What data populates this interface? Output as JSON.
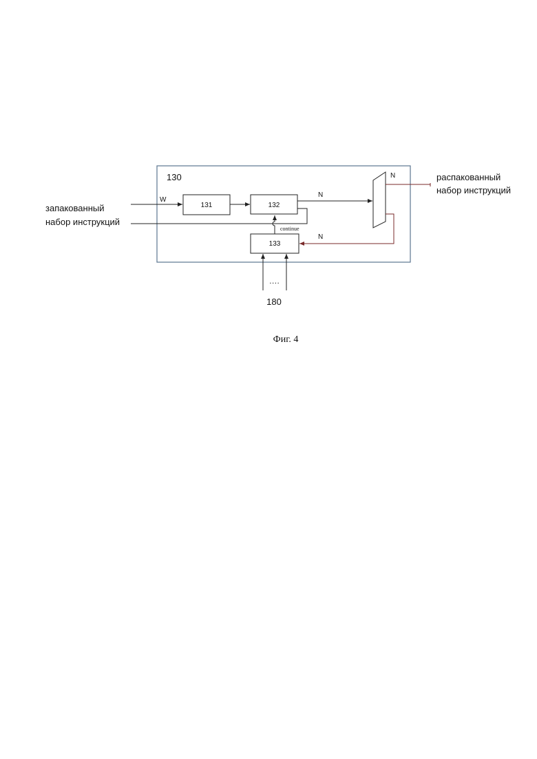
{
  "diagram": {
    "block_label": "130",
    "boxes": {
      "b131": "131",
      "b132": "132",
      "b133": "133"
    },
    "signals": {
      "w": "W",
      "n_top": "N",
      "n_mux": "N",
      "n_feedback": "N",
      "continue": "continue",
      "dots": "....",
      "source": "180"
    },
    "input_label": {
      "line1": "запакованный",
      "line2": "набор инструкций"
    },
    "output_label": {
      "line1": "распакованный",
      "line2": "набор инструкций"
    },
    "colors": {
      "frame": "#5b7590",
      "line": "#222222",
      "feedback": "#7a2a2a"
    }
  },
  "caption": "Фиг. 4"
}
